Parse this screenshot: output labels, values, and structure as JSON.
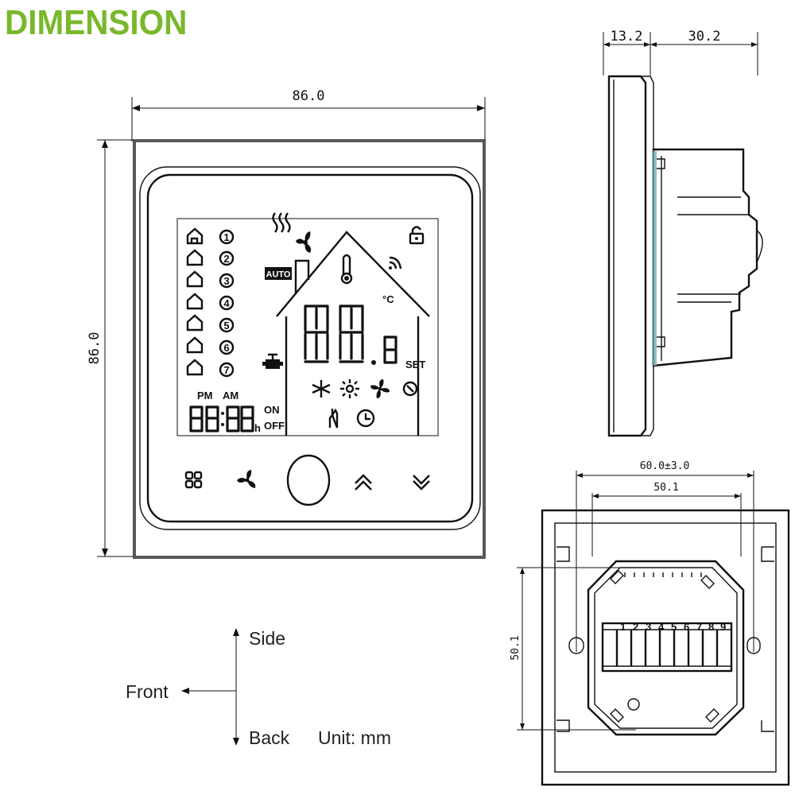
{
  "title": "DIMENSION",
  "title_color": "#79b82c",
  "front_view": {
    "width_label": "86.0",
    "height_label": "86.0",
    "lcd": {
      "zones": [
        "1",
        "2",
        "3",
        "4",
        "5",
        "6",
        "7"
      ],
      "auto_label": "AUTO",
      "pm_label": "PM",
      "am_label": "AM",
      "clock_digits": "88:88",
      "hour_suffix": "h",
      "on_label": "ON",
      "off_label": "OFF",
      "temp_digits": "88.8",
      "celsius_label": "°C",
      "set_label": "SET"
    }
  },
  "side_view": {
    "depth_front_label": "13.2",
    "depth_back_label": "30.2"
  },
  "back_view": {
    "outer_label": "60.0±3.0",
    "inner_label": "50.1",
    "vertical_label": "50.1",
    "terminals": [
      "1",
      "2",
      "3",
      "4",
      "5",
      "6",
      "7",
      "8",
      "9"
    ]
  },
  "legend": {
    "side": "Side",
    "front": "Front",
    "back": "Back",
    "unit": "Unit: mm"
  },
  "icons": [
    "home-icon",
    "lock-icon",
    "wifi-icon",
    "thermometer-icon",
    "valve-icon",
    "fan-icon",
    "snowflake-icon",
    "sun-icon",
    "clock-icon",
    "hand-icon",
    "power-button-icon",
    "up-chevron-icon",
    "down-chevron-icon",
    "menu-grid-icon"
  ]
}
